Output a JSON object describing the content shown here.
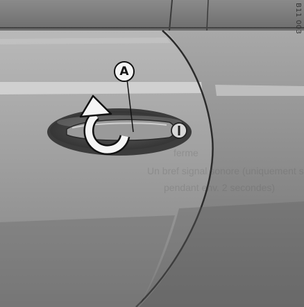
{
  "figure": {
    "reference_code": "B11 003",
    "callout_label": "A"
  },
  "bleed_through_text": [
    "ferme",
    "Un bref signal sonore (uniquement si l'ouvert",
    "pendant env. 2 secondes)"
  ],
  "icons": {
    "direction_arrow": "curved-arrow-icon",
    "key_lock": "lock-cylinder-icon"
  }
}
